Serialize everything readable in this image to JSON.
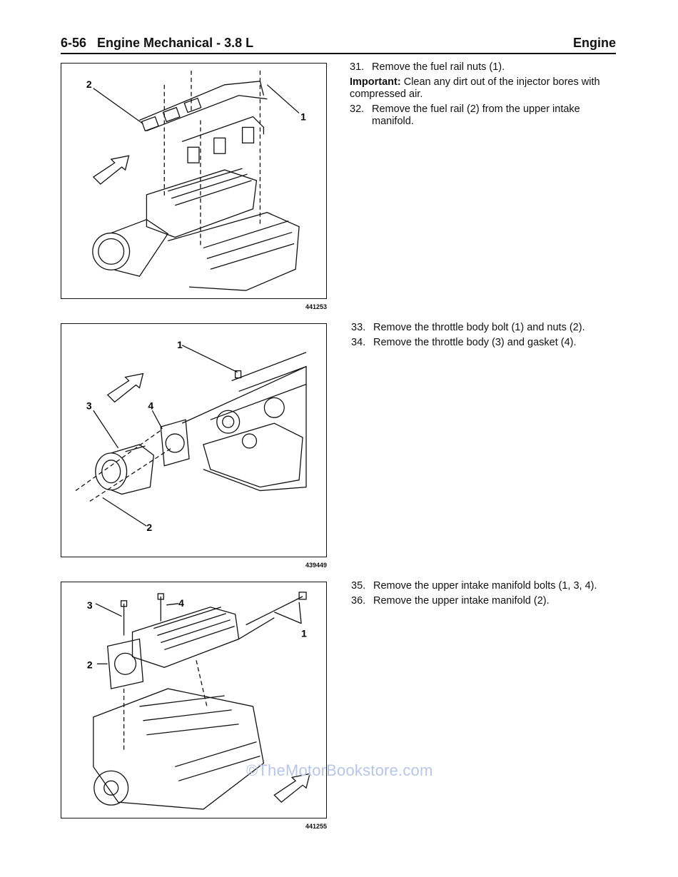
{
  "header": {
    "left": "6-56   Engine Mechanical - 3.8 L",
    "right": "Engine"
  },
  "figures": [
    {
      "number": "441253",
      "callouts": [
        "2",
        "1"
      ]
    },
    {
      "number": "439449",
      "callouts": [
        "1",
        "3",
        "4",
        "2"
      ]
    },
    {
      "number": "441255",
      "callouts": [
        "3",
        "4",
        "2",
        "1"
      ]
    }
  ],
  "section1": {
    "step31": {
      "num": "31.",
      "text": "Remove the fuel rail nuts (1)."
    },
    "important_label": "Important:",
    "important_text": " Clean any dirt out of the injector bores with compressed air.",
    "step32": {
      "num": "32.",
      "text": "Remove the fuel rail (2) from the upper intake manifold."
    }
  },
  "section2": {
    "step33": {
      "num": "33.",
      "text": "Remove the throttle body bolt (1) and nuts (2)."
    },
    "step34": {
      "num": "34.",
      "text": "Remove the throttle body (3) and gasket (4)."
    }
  },
  "section3": {
    "step35": {
      "num": "35.",
      "text": "Remove the upper intake manifold bolts (1, 3, 4)."
    },
    "step36": {
      "num": "36.",
      "text": "Remove the upper intake manifold (2)."
    }
  },
  "watermark": "©TheMotorBookstore.com",
  "colors": {
    "ink": "#111111",
    "watermark": "#b8c6e6"
  }
}
